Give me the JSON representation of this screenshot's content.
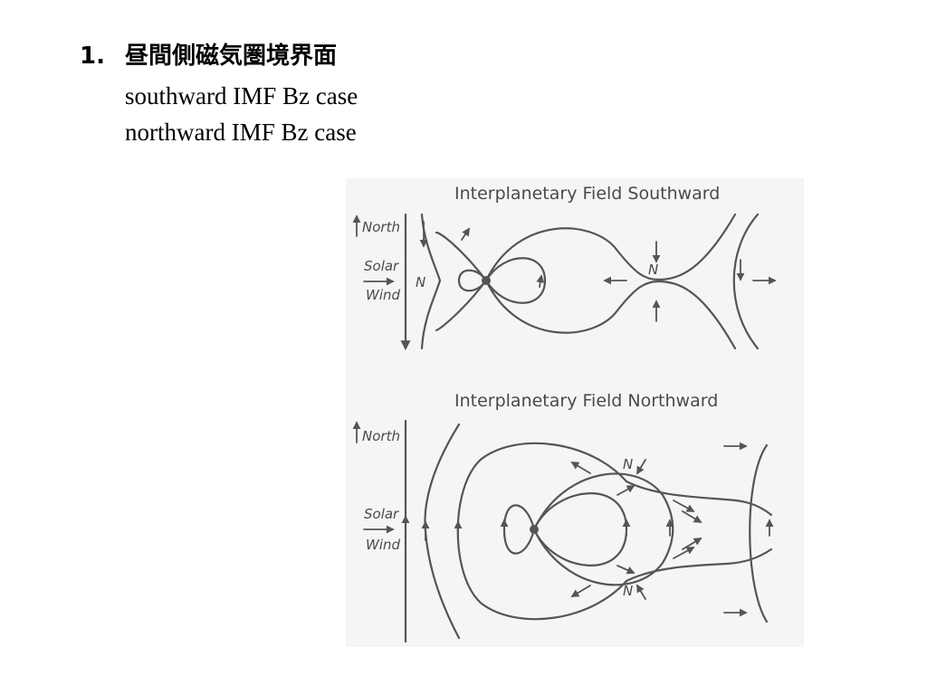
{
  "slide": {
    "heading_number": "1.",
    "heading_text": "昼間側磁気圏境界面",
    "line1": "southward IMF Bz case",
    "line2": "northward IMF Bz case"
  },
  "figure": {
    "top_panel": {
      "title": "Interplanetary  Field  Southward",
      "north_label": "North",
      "solar_label": "Solar",
      "wind_label": "Wind",
      "neutral_labels": [
        "N",
        "N"
      ]
    },
    "bottom_panel": {
      "title": "Interplanetary  Field  Northward",
      "north_label": "North",
      "solar_label": "Solar",
      "wind_label": "Wind",
      "neutral_labels": [
        "N",
        "N"
      ]
    },
    "colors": {
      "ink": "#555555",
      "paper": "#f5f5f5"
    }
  }
}
